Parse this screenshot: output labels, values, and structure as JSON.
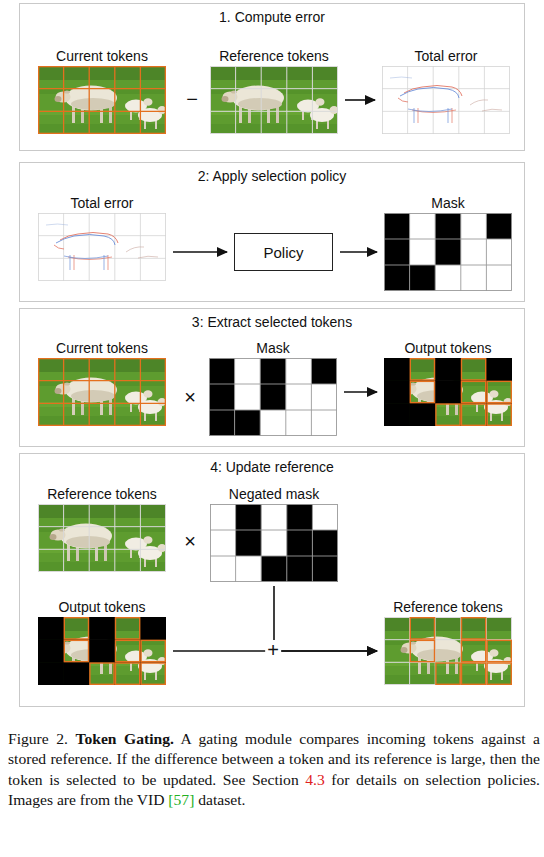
{
  "diagram": {
    "caption": "Figure 2. Token Gating. A gating module compares incoming tokens against a stored reference. If the difference between a token and its reference is large, then the token is selected to be updated. See Section 4.3 for details on selection policies. Images are from the VID [57] dataset.",
    "nodes": [
      {
        "text": [
          "1. Compute error"
        ]
      },
      {
        "text": [
          "Current tokens"
        ],
        "in": 0
      },
      {
        "text": [
          "Reference tokens"
        ],
        "in": 0
      },
      {
        "text": [
          "Total error"
        ],
        "in": 0
      },
      {
        "text": [
          "2: Apply selection policy"
        ]
      },
      {
        "text": [
          "Total error"
        ],
        "in": 4
      },
      {
        "text": [
          "Policy"
        ],
        "in": 4
      },
      {
        "text": [
          "Mask"
        ],
        "in": 4
      },
      {
        "text": [
          "3: Extract selected tokens"
        ]
      },
      {
        "text": [
          "Current tokens"
        ],
        "in": 8
      },
      {
        "text": [
          "Mask"
        ],
        "in": 8
      },
      {
        "text": [
          "Output tokens"
        ],
        "in": 8
      },
      {
        "text": [
          "4: Update reference"
        ]
      },
      {
        "text": [
          "Reference tokens"
        ],
        "in": 12
      },
      {
        "text": [
          "Negated mask"
        ],
        "in": 12
      },
      {
        "text": [
          "Output tokens"
        ],
        "in": 12
      },
      {
        "text": [
          "Reference tokens"
        ],
        "in": 12
      }
    ],
    "edges": [
      {
        "from": 2,
        "to": 3,
        "arrow": "to"
      },
      {
        "from": 5,
        "to": 6,
        "arrow": "to"
      },
      {
        "from": 6,
        "to": 7,
        "arrow": "to"
      },
      {
        "from": 10,
        "to": 11,
        "arrow": "to"
      },
      {
        "from": 14,
        "to": 16,
        "arrow": "to"
      },
      {
        "from": 15,
        "to": 16,
        "arrow": "to"
      }
    ],
    "labels": [
      "−",
      "×",
      "×",
      "+"
    ]
  }
}
